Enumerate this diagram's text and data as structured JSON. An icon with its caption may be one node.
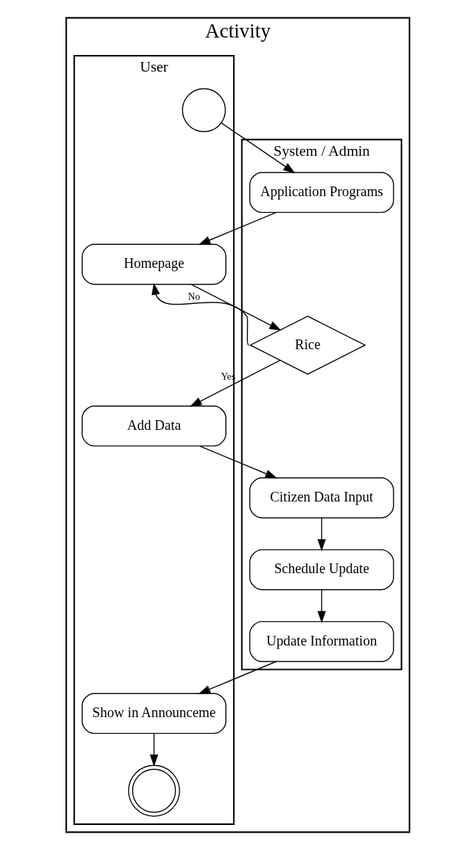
{
  "diagram": {
    "nodes": [
      {
        "text": [
          "Activity"
        ]
      },
      {
        "text": [
          "User"
        ],
        "in": 0
      },
      {
        "text": [
          "System / Admin"
        ],
        "in": 0
      },
      {
        "text": [],
        "shape": "circle",
        "in": 1
      },
      {
        "text": [
          "Application Programs"
        ],
        "in": 2
      },
      {
        "text": [
          "Homepage"
        ],
        "in": 1
      },
      {
        "text": [
          "Rice"
        ],
        "in": 2
      },
      {
        "text": [
          "Add Data"
        ],
        "in": 1
      },
      {
        "text": [
          "Citizen Data Input"
        ],
        "in": 2
      },
      {
        "text": [
          "Schedule Update"
        ],
        "in": 2
      },
      {
        "text": [
          "Update Information"
        ],
        "in": 2
      },
      {
        "text": [
          "Show in Announceme"
        ],
        "in": 1
      },
      {
        "text": [],
        "shape": "circle",
        "in": 1
      }
    ],
    "edges": [
      {
        "from": 3,
        "to": 4,
        "arrow": "to"
      },
      {
        "from": 4,
        "to": 5,
        "arrow": "to"
      },
      {
        "from": 5,
        "to": 6,
        "arrow": "to"
      },
      {
        "from": 6,
        "to": 5,
        "arrow": "to",
        "label": "No"
      },
      {
        "from": 6,
        "to": 7,
        "arrow": "to",
        "label": "Yes"
      },
      {
        "from": 7,
        "to": 8,
        "arrow": "to"
      },
      {
        "from": 8,
        "to": 9,
        "arrow": "to"
      },
      {
        "from": 9,
        "to": 10,
        "arrow": "to"
      },
      {
        "from": 10,
        "to": 11,
        "arrow": "to"
      },
      {
        "from": 11,
        "to": 12,
        "arrow": "to"
      }
    ]
  }
}
